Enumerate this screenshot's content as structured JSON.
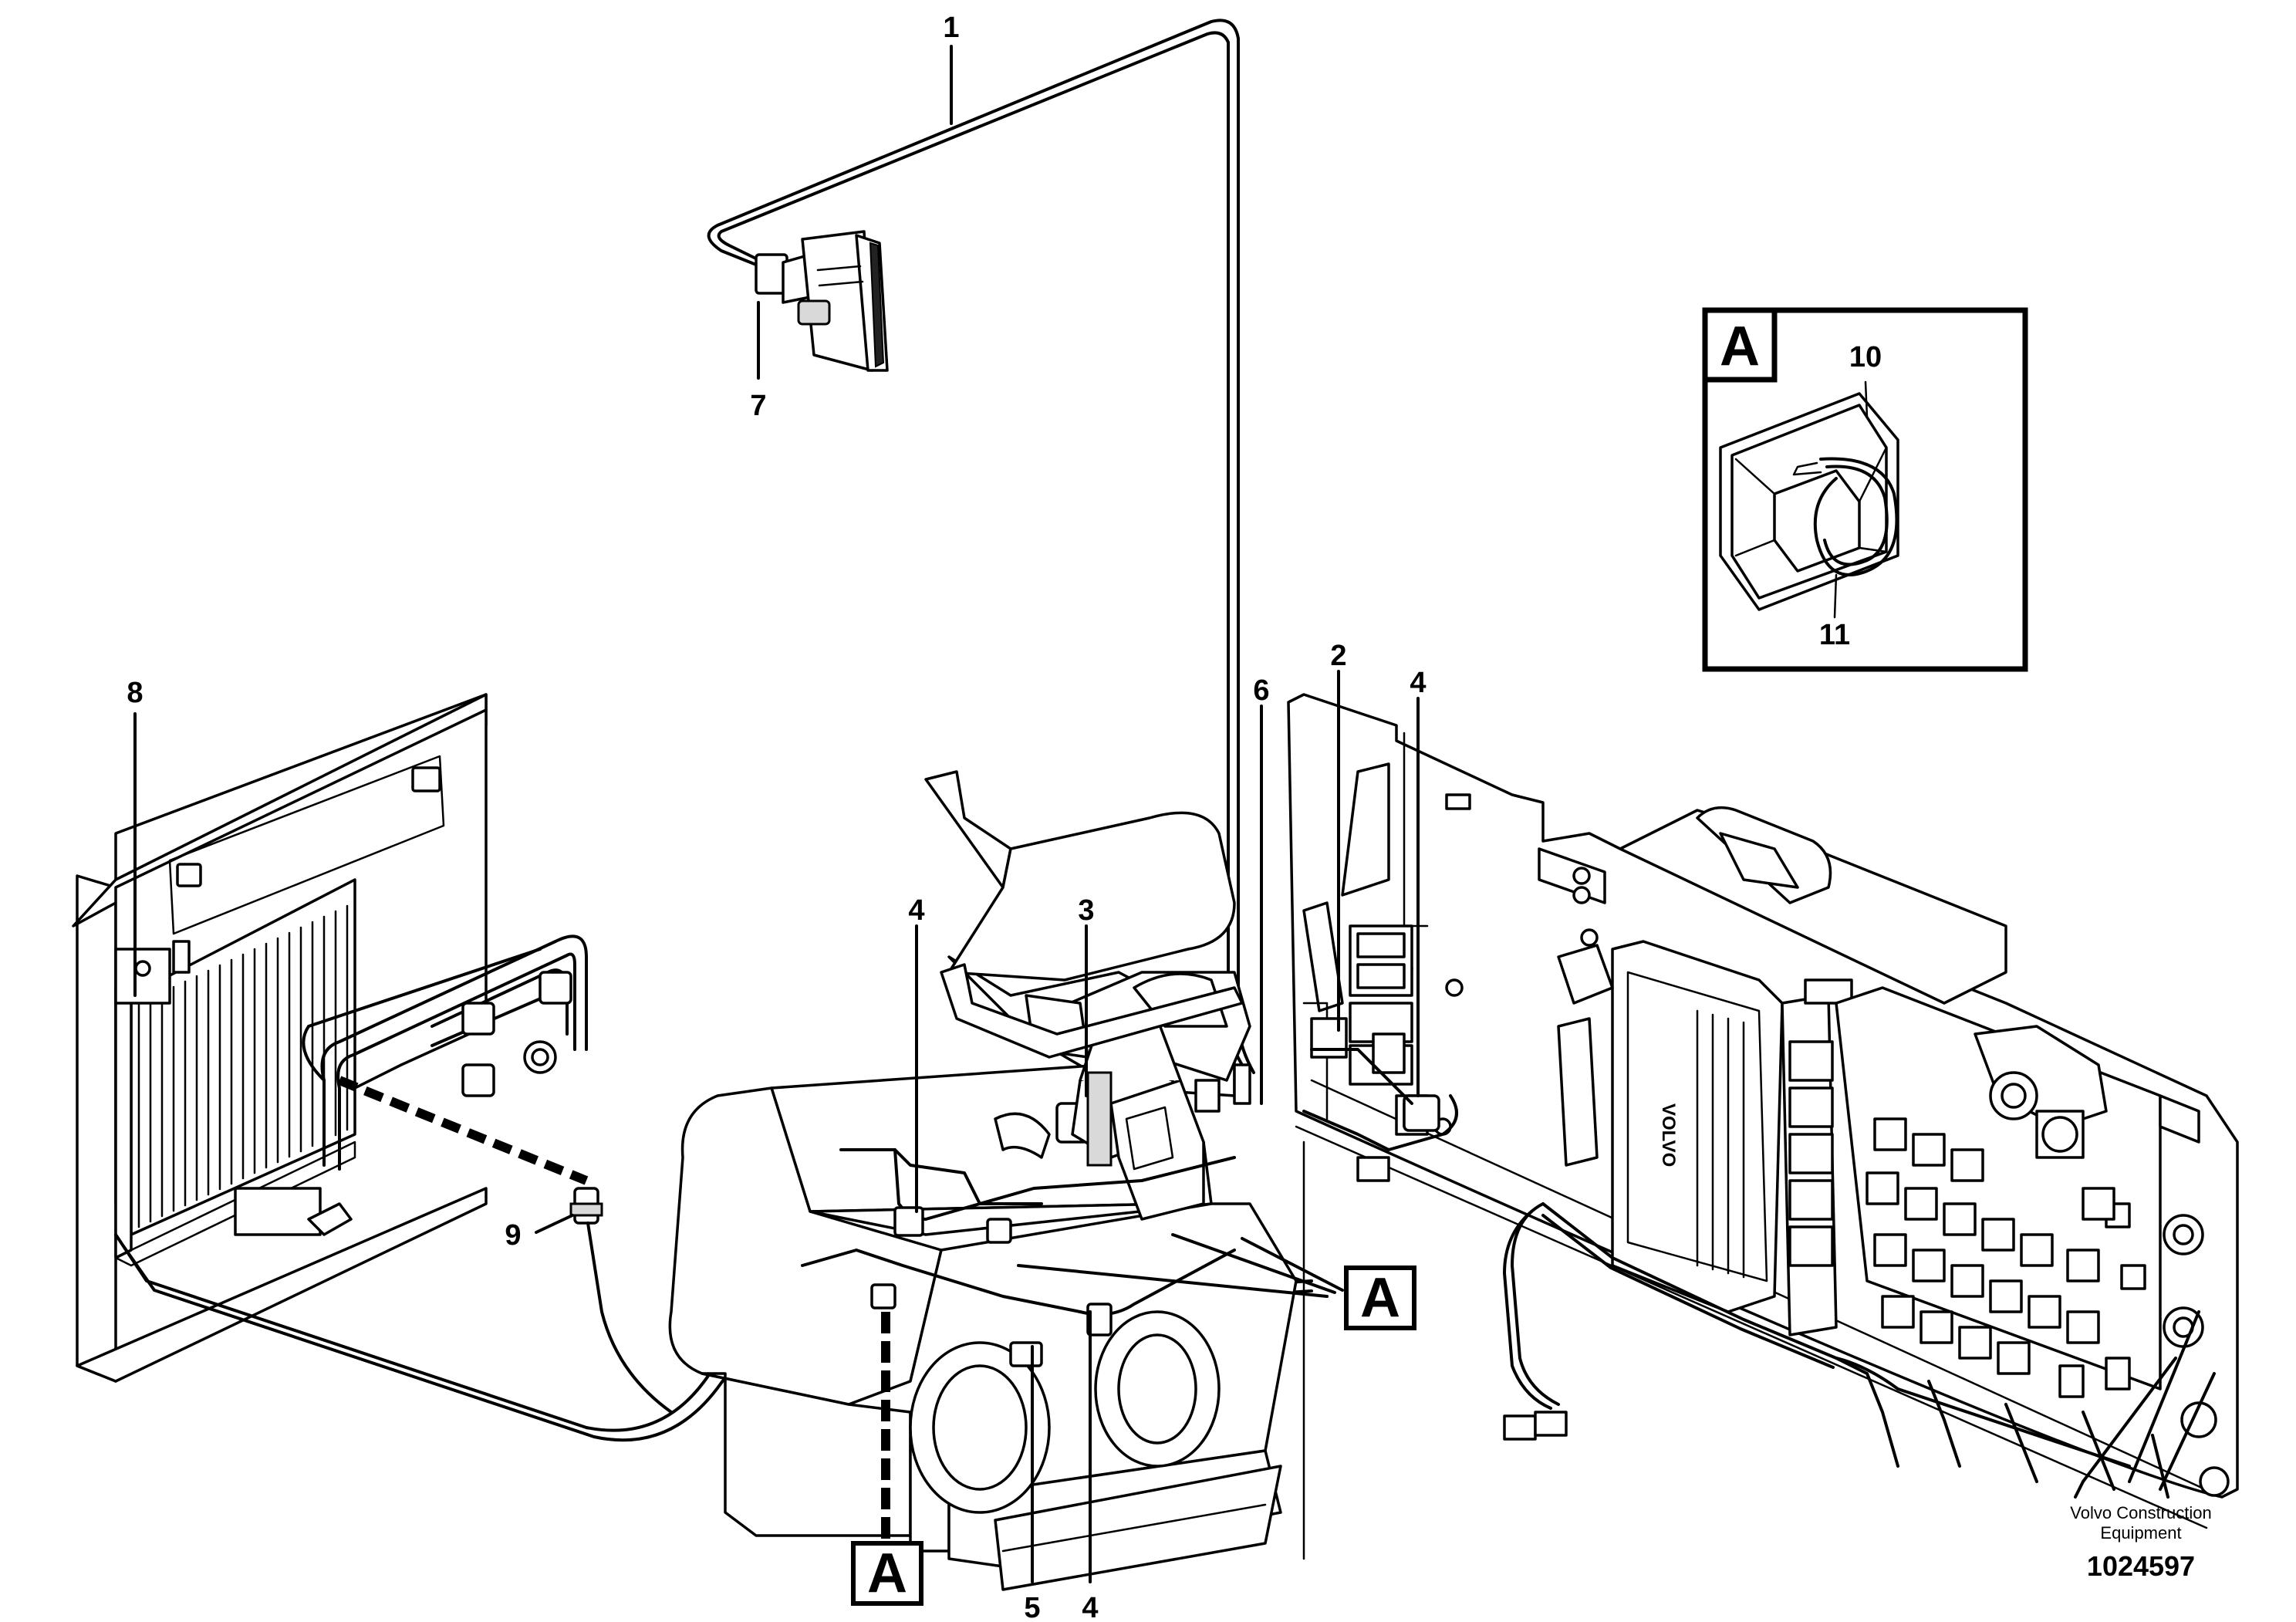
{
  "callouts": [
    "1",
    "2",
    "3",
    "4",
    "4",
    "4",
    "5",
    "6",
    "7",
    "8",
    "9",
    "10",
    "11"
  ],
  "detail_marker": "A",
  "footer": {
    "publisher_line1": "Volvo Construction",
    "publisher_line2": "Equipment",
    "figure_number": "1024597"
  }
}
